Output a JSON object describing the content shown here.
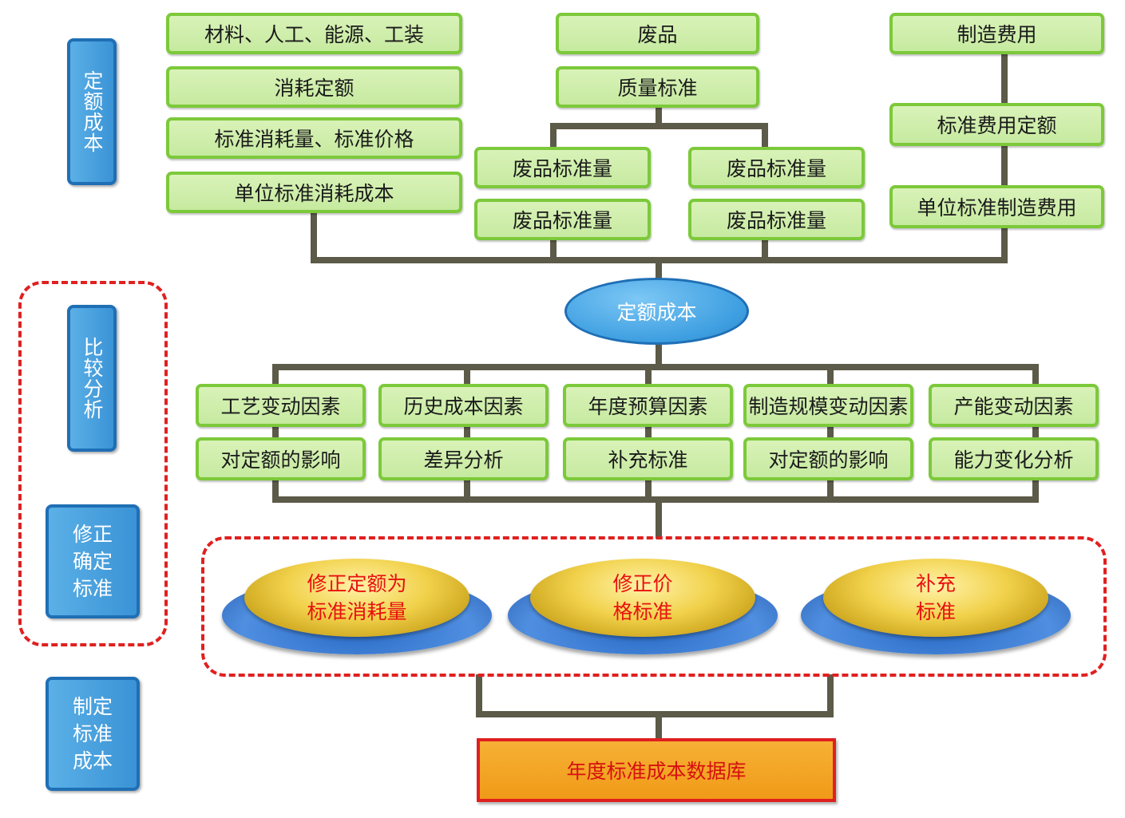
{
  "side_labels": {
    "quota_cost": "定额成本",
    "comparison_analysis": "比较分析",
    "revise_standard": "修正确定标准",
    "set_standard_cost": "制定标准成本"
  },
  "column_materials": [
    "材料、人工、能源、工装",
    "消耗定额",
    "标准消耗量、标准价格",
    "单位标准消耗成本"
  ],
  "column_scrap": {
    "top": [
      "废品",
      "质量标准"
    ],
    "left": [
      "废品标准量",
      "废品标准量"
    ],
    "right": [
      "废品标准量",
      "废品标准量"
    ]
  },
  "column_manufacturing": [
    "制造费用",
    "标准费用定额",
    "单位标准制造费用"
  ],
  "center_node": "定额成本",
  "factors": [
    {
      "factor": "工艺变动因素",
      "result": "对定额的影响"
    },
    {
      "factor": "历史成本因素",
      "result": "差异分析"
    },
    {
      "factor": "年度预算因素",
      "result": "补充标准"
    },
    {
      "factor": "制造规模变动因素",
      "result": "对定额的影响"
    },
    {
      "factor": "产能变动因素",
      "result": "能力变化分析"
    }
  ],
  "revisions": [
    {
      "line1": "修正定额为",
      "line2": "标准消耗量"
    },
    {
      "line1": "修正价",
      "line2": "格标准"
    },
    {
      "line1": "补充",
      "line2": "标准"
    }
  ],
  "database": "年度标准成本数据库"
}
